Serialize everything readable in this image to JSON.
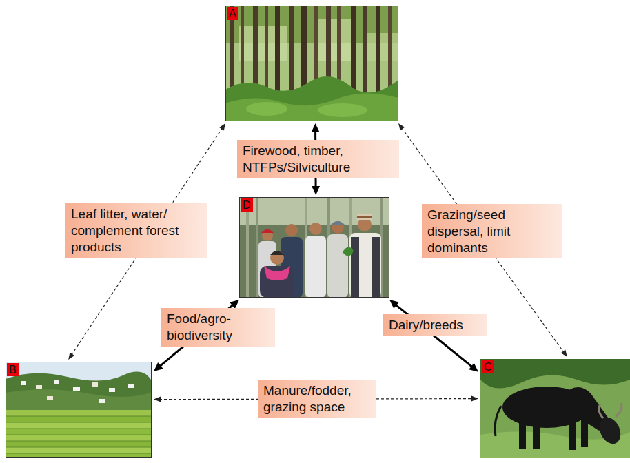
{
  "diagram": {
    "nodes": [
      {
        "text": [
          "A"
        ]
      },
      {
        "text": [
          "D"
        ]
      },
      {
        "text": [
          "B"
        ]
      },
      {
        "text": [
          "C"
        ]
      }
    ],
    "edges": [
      {
        "from": 0,
        "to": 1,
        "arrow": "both",
        "label": "Firewood, timber, NTFPs/Silviculture"
      },
      {
        "from": 2,
        "to": 0,
        "arrow": "both",
        "label": "Leaf litter, water/ complement forest products"
      },
      {
        "from": 0,
        "to": 3,
        "arrow": "both",
        "label": "Grazing/seed dispersal, limit dominants"
      },
      {
        "from": 1,
        "to": 2,
        "arrow": "both",
        "label": "Food/agro-biodiversity"
      },
      {
        "from": 1,
        "to": 3,
        "arrow": "both",
        "label": "Dairy/breeds"
      },
      {
        "from": 2,
        "to": 3,
        "arrow": "both",
        "label": "Manure/fodder, grazing space"
      }
    ]
  }
}
